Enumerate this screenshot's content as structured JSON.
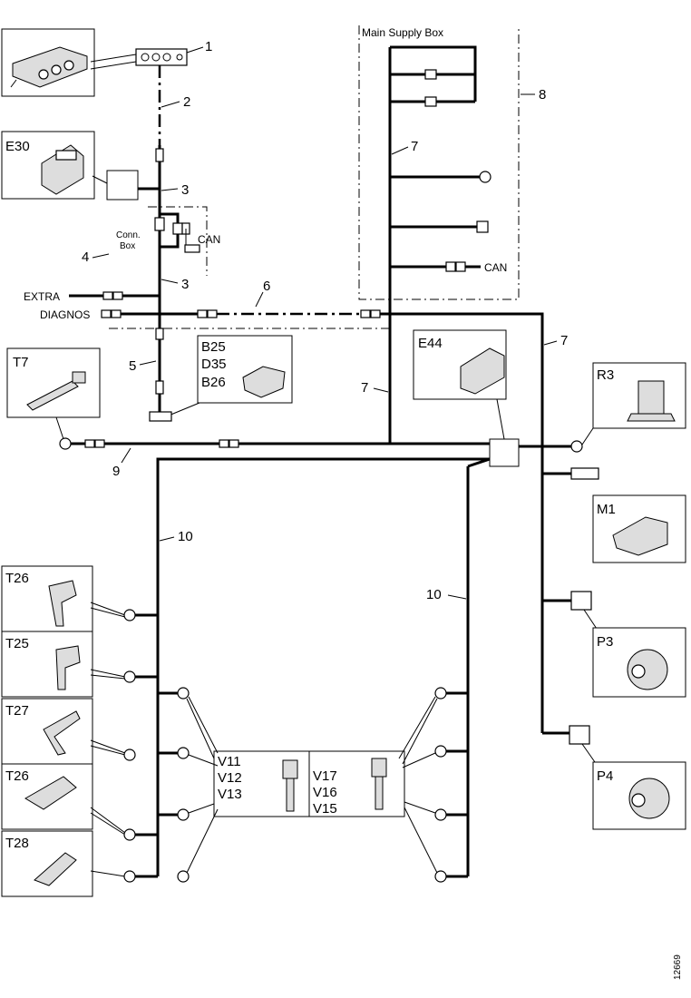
{
  "components": {
    "e30": "E30",
    "t7": "T7",
    "b25": "B25",
    "d35": "D35",
    "b26": "B26",
    "e44": "E44",
    "r3": "R3",
    "m1": "M1",
    "p3": "P3",
    "p4": "P4",
    "t26a": "T26",
    "t25": "T25",
    "t27": "T27",
    "t26b": "T26",
    "t28": "T28",
    "v11": "V11",
    "v12": "V12",
    "v13": "V13",
    "v17": "V17",
    "v16": "V16",
    "v15": "V15"
  },
  "labels": {
    "main_supply_box": "Main Supply Box",
    "conn_box_1": "Conn.",
    "conn_box_2": "Box",
    "can_1": "CAN",
    "can_2": "CAN",
    "extra": "EXTRA",
    "diagnos": "DIAGNOS"
  },
  "callouts": {
    "c1": "1",
    "c2": "2",
    "c3a": "3",
    "c3b": "3",
    "c4": "4",
    "c5": "5",
    "c6": "6",
    "c7a": "7",
    "c7b": "7",
    "c7c": "7",
    "c8": "8",
    "c9": "9",
    "c10a": "10",
    "c10b": "10"
  },
  "figure_code": "12669"
}
